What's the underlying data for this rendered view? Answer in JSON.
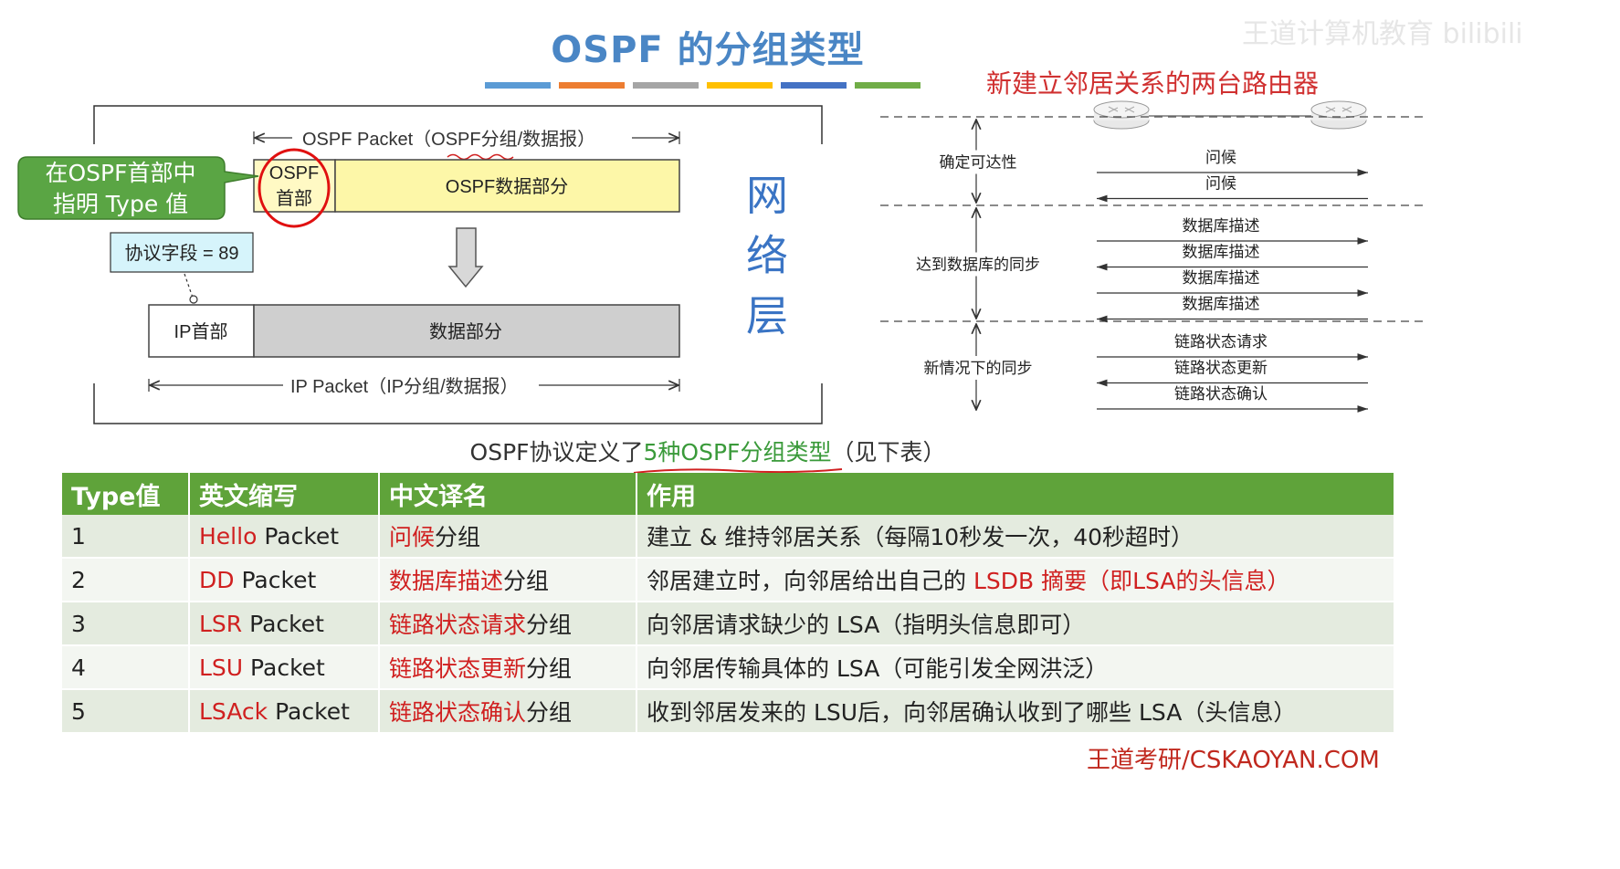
{
  "title": "OSPF 的分组类型",
  "watermark": "王道计算机教育 bilibili",
  "color_bars": [
    "#5b9bd5",
    "#ed7d31",
    "#a5a5a5",
    "#ffc000",
    "#4472c4",
    "#70ad47"
  ],
  "left_diagram": {
    "callout": [
      "在OSPF首部中",
      "指明 Type 值"
    ],
    "ospf_packet_label": "OSPF Packet（OSPF分组/数据报）",
    "ospf_header": [
      "OSPF",
      "首部"
    ],
    "ospf_data": "OSPF数据部分",
    "protocol_field": "协议字段 = 89",
    "ip_header": "IP首部",
    "ip_data": "数据部分",
    "ip_packet_label": "IP Packet（IP分组/数据报）",
    "layer_label": [
      "网",
      "络",
      "层"
    ]
  },
  "right_diagram": {
    "title": "新建立邻居关系的两台路由器",
    "phases": [
      {
        "label": "确定可达性",
        "messages": [
          {
            "text": "问候",
            "dir": "right"
          },
          {
            "text": "问候",
            "dir": "left"
          }
        ]
      },
      {
        "label": "达到数据库的同步",
        "messages": [
          {
            "text": "数据库描述",
            "dir": "right"
          },
          {
            "text": "数据库描述",
            "dir": "left"
          },
          {
            "text": "数据库描述",
            "dir": "right"
          },
          {
            "text": "数据库描述",
            "dir": "left"
          }
        ]
      },
      {
        "label": "新情况下的同步",
        "messages": [
          {
            "text": "链路状态请求",
            "dir": "right"
          },
          {
            "text": "链路状态更新",
            "dir": "left"
          },
          {
            "text": "链路状态确认",
            "dir": "right"
          }
        ]
      }
    ]
  },
  "subtitle": {
    "prefix": "OSPF协议定义了",
    "highlight": "5种OSPF分组类型",
    "suffix": "（见下表）"
  },
  "table": {
    "headers": [
      "Type值",
      "英文缩写",
      "中文译名",
      "作用"
    ],
    "rows": [
      {
        "type": "1",
        "abbr_red": "Hello",
        "abbr_rest": " Packet",
        "cn_red": "问候",
        "cn_rest": "分组",
        "desc_pre": "建立 & 维持邻居关系（每隔10秒发一次，40秒超时）",
        "desc_red": "",
        "desc_post": ""
      },
      {
        "type": "2",
        "abbr_red": "DD",
        "abbr_rest": " Packet",
        "cn_red": "数据库描述",
        "cn_rest": "分组",
        "desc_pre": "邻居建立时，向邻居给出自己的 ",
        "desc_red": "LSDB 摘要（即LSA的头信息）",
        "desc_post": ""
      },
      {
        "type": "3",
        "abbr_red": "LSR",
        "abbr_rest": " Packet",
        "cn_red": "链路状态请求",
        "cn_rest": "分组",
        "desc_pre": "向邻居请求缺少的 LSA（指明头信息即可）",
        "desc_red": "",
        "desc_post": ""
      },
      {
        "type": "4",
        "abbr_red": "LSU",
        "abbr_rest": " Packet",
        "cn_red": "链路状态更新",
        "cn_rest": "分组",
        "desc_pre": "向邻居传输具体的 LSA（可能引发全网洪泛）",
        "desc_red": "",
        "desc_post": ""
      },
      {
        "type": "5",
        "abbr_red": "LSAck",
        "abbr_rest": " Packet",
        "cn_red": "链路状态确认",
        "cn_rest": "分组",
        "desc_pre": "收到邻居发来的 LSU后，向邻居确认收到了哪些 LSA（头信息）",
        "desc_red": "",
        "desc_post": ""
      }
    ]
  },
  "footer": "王道考研/CSKAOYAN.COM"
}
